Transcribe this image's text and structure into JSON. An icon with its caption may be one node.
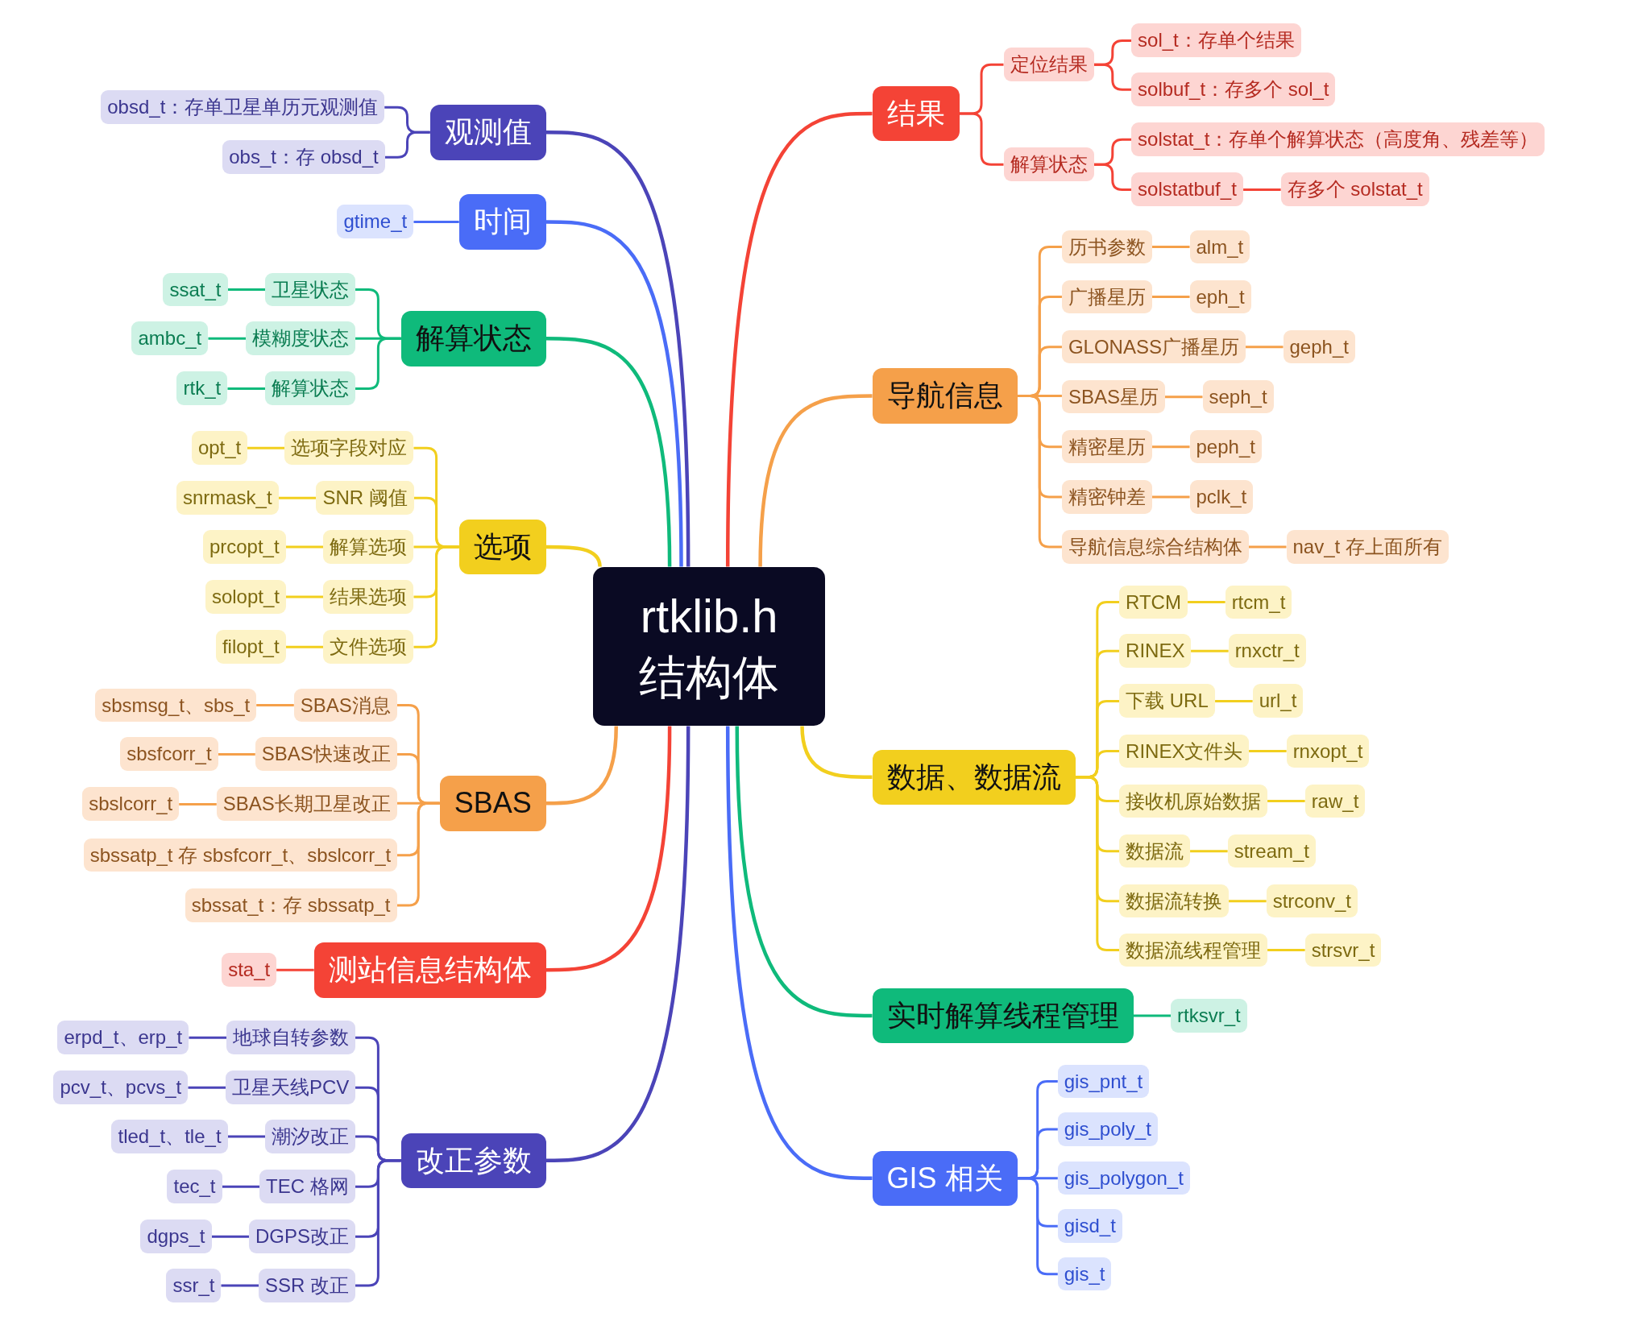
{
  "diagram": {
    "nodes": [
      {
        "text": [
          "rtklib.h",
          "结构体"
        ]
      },
      {
        "text": [
          "观测值"
        ]
      },
      {
        "text": [
          "obsd_t：存单卫星单历元观测值"
        ]
      },
      {
        "text": [
          "obs_t：存 obsd_t"
        ]
      },
      {
        "text": [
          "时间"
        ]
      },
      {
        "text": [
          "gtime_t"
        ]
      },
      {
        "text": [
          "解算状态"
        ]
      },
      {
        "text": [
          "卫星状态"
        ]
      },
      {
        "text": [
          "ssat_t"
        ]
      },
      {
        "text": [
          "模糊度状态"
        ]
      },
      {
        "text": [
          "ambc_t"
        ]
      },
      {
        "text": [
          "解算状态"
        ]
      },
      {
        "text": [
          "rtk_t"
        ]
      },
      {
        "text": [
          "选项"
        ]
      },
      {
        "text": [
          "选项字段对应"
        ]
      },
      {
        "text": [
          "opt_t"
        ]
      },
      {
        "text": [
          "SNR 阈值"
        ]
      },
      {
        "text": [
          "snrmask_t"
        ]
      },
      {
        "text": [
          "解算选项"
        ]
      },
      {
        "text": [
          "prcopt_t"
        ]
      },
      {
        "text": [
          "结果选项"
        ]
      },
      {
        "text": [
          "solopt_t"
        ]
      },
      {
        "text": [
          "文件选项"
        ]
      },
      {
        "text": [
          "filopt_t"
        ]
      },
      {
        "text": [
          "SBAS"
        ]
      },
      {
        "text": [
          "SBAS消息"
        ]
      },
      {
        "text": [
          "sbsmsg_t、sbs_t"
        ]
      },
      {
        "text": [
          "SBAS快速改正"
        ]
      },
      {
        "text": [
          "sbsfcorr_t"
        ]
      },
      {
        "text": [
          "SBAS长期卫星改正"
        ]
      },
      {
        "text": [
          "sbslcorr_t"
        ]
      },
      {
        "text": [
          "sbssatp_t 存 sbsfcorr_t、sbslcorr_t"
        ]
      },
      {
        "text": [
          "sbssat_t：存 sbssatp_t"
        ]
      },
      {
        "text": [
          "测站信息结构体"
        ]
      },
      {
        "text": [
          "sta_t"
        ]
      },
      {
        "text": [
          "改正参数"
        ]
      },
      {
        "text": [
          "地球自转参数"
        ]
      },
      {
        "text": [
          "erpd_t、erp_t"
        ]
      },
      {
        "text": [
          "卫星天线PCV"
        ]
      },
      {
        "text": [
          "pcv_t、pcvs_t"
        ]
      },
      {
        "text": [
          "潮汐改正"
        ]
      },
      {
        "text": [
          "tled_t、tle_t"
        ]
      },
      {
        "text": [
          "TEC 格网"
        ]
      },
      {
        "text": [
          "tec_t"
        ]
      },
      {
        "text": [
          "DGPS改正"
        ]
      },
      {
        "text": [
          "dgps_t"
        ]
      },
      {
        "text": [
          "SSR 改正"
        ]
      },
      {
        "text": [
          "ssr_t"
        ]
      },
      {
        "text": [
          "结果"
        ]
      },
      {
        "text": [
          "定位结果"
        ]
      },
      {
        "text": [
          "sol_t：存单个结果"
        ]
      },
      {
        "text": [
          "solbuf_t：存多个 sol_t"
        ]
      },
      {
        "text": [
          "解算状态"
        ]
      },
      {
        "text": [
          "solstat_t：存单个解算状态（高度角、残差等）"
        ]
      },
      {
        "text": [
          "solstatbuf_t"
        ]
      },
      {
        "text": [
          "存多个 solstat_t"
        ]
      },
      {
        "text": [
          "导航信息"
        ]
      },
      {
        "text": [
          "历书参数"
        ]
      },
      {
        "text": [
          "alm_t"
        ]
      },
      {
        "text": [
          "广播星历"
        ]
      },
      {
        "text": [
          "eph_t"
        ]
      },
      {
        "text": [
          "GLONASS广播星历"
        ]
      },
      {
        "text": [
          "geph_t"
        ]
      },
      {
        "text": [
          "SBAS星历"
        ]
      },
      {
        "text": [
          "seph_t"
        ]
      },
      {
        "text": [
          "精密星历"
        ]
      },
      {
        "text": [
          "peph_t"
        ]
      },
      {
        "text": [
          "精密钟差"
        ]
      },
      {
        "text": [
          "pclk_t"
        ]
      },
      {
        "text": [
          "导航信息综合结构体"
        ]
      },
      {
        "text": [
          "nav_t 存上面所有"
        ]
      },
      {
        "text": [
          "数据、数据流"
        ]
      },
      {
        "text": [
          "RTCM"
        ]
      },
      {
        "text": [
          "rtcm_t"
        ]
      },
      {
        "text": [
          "RINEX"
        ]
      },
      {
        "text": [
          "rnxctr_t"
        ]
      },
      {
        "text": [
          "下载 URL"
        ]
      },
      {
        "text": [
          "url_t"
        ]
      },
      {
        "text": [
          "RINEX文件头"
        ]
      },
      {
        "text": [
          "rnxopt_t"
        ]
      },
      {
        "text": [
          "接收机原始数据"
        ]
      },
      {
        "text": [
          "raw_t"
        ]
      },
      {
        "text": [
          "数据流"
        ]
      },
      {
        "text": [
          "stream_t"
        ]
      },
      {
        "text": [
          "数据流转换"
        ]
      },
      {
        "text": [
          "strconv_t"
        ]
      },
      {
        "text": [
          "数据流线程管理"
        ]
      },
      {
        "text": [
          "strsvr_t"
        ]
      },
      {
        "text": [
          "实时解算线程管理"
        ]
      },
      {
        "text": [
          "rtksvr_t"
        ]
      },
      {
        "text": [
          "GIS 相关"
        ]
      },
      {
        "text": [
          "gis_pnt_t"
        ]
      },
      {
        "text": [
          "gis_poly_t"
        ]
      },
      {
        "text": [
          "gis_polygon_t"
        ]
      },
      {
        "text": [
          "gisd_t"
        ]
      },
      {
        "text": [
          "gis_t"
        ]
      }
    ],
    "edges": [
      {
        "from": 0,
        "to": 1,
        "arrow": "none",
        "color": "#4b44b8"
      },
      {
        "from": 0,
        "to": 4,
        "arrow": "none",
        "color": "#4a6cf7"
      },
      {
        "from": 0,
        "to": 6,
        "arrow": "none",
        "color": "#0fba7b"
      },
      {
        "from": 0,
        "to": 13,
        "arrow": "none",
        "color": "#f2cf1e"
      },
      {
        "from": 0,
        "to": 24,
        "arrow": "none",
        "color": "#f5a04a"
      },
      {
        "from": 0,
        "to": 33,
        "arrow": "none",
        "color": "#f44336"
      },
      {
        "from": 0,
        "to": 35,
        "arrow": "none",
        "color": "#4b44b8"
      },
      {
        "from": 0,
        "to": 48,
        "arrow": "none",
        "color": "#f44336"
      },
      {
        "from": 0,
        "to": 56,
        "arrow": "none",
        "color": "#f5a04a"
      },
      {
        "from": 0,
        "to": 71,
        "arrow": "none",
        "color": "#f2cf1e"
      },
      {
        "from": 0,
        "to": 88,
        "arrow": "none",
        "color": "#0fba7b"
      },
      {
        "from": 0,
        "to": 90,
        "arrow": "none",
        "color": "#4a6cf7"
      },
      {
        "from": 1,
        "to": 2,
        "arrow": "none",
        "color": "#4b44b8"
      },
      {
        "from": 1,
        "to": 3,
        "arrow": "none",
        "color": "#4b44b8"
      },
      {
        "from": 4,
        "to": 5,
        "arrow": "none",
        "color": "#4a6cf7"
      },
      {
        "from": 6,
        "to": 7,
        "arrow": "none",
        "color": "#0fba7b"
      },
      {
        "from": 7,
        "to": 8,
        "arrow": "none",
        "color": "#0fba7b"
      },
      {
        "from": 6,
        "to": 9,
        "arrow": "none",
        "color": "#0fba7b"
      },
      {
        "from": 9,
        "to": 10,
        "arrow": "none",
        "color": "#0fba7b"
      },
      {
        "from": 6,
        "to": 11,
        "arrow": "none",
        "color": "#0fba7b"
      },
      {
        "from": 11,
        "to": 12,
        "arrow": "none",
        "color": "#0fba7b"
      },
      {
        "from": 13,
        "to": 14,
        "arrow": "none",
        "color": "#f2cf1e"
      },
      {
        "from": 14,
        "to": 15,
        "arrow": "none",
        "color": "#f2cf1e"
      },
      {
        "from": 13,
        "to": 16,
        "arrow": "none",
        "color": "#f2cf1e"
      },
      {
        "from": 16,
        "to": 17,
        "arrow": "none",
        "color": "#f2cf1e"
      },
      {
        "from": 13,
        "to": 18,
        "arrow": "none",
        "color": "#f2cf1e"
      },
      {
        "from": 18,
        "to": 19,
        "arrow": "none",
        "color": "#f2cf1e"
      },
      {
        "from": 13,
        "to": 20,
        "arrow": "none",
        "color": "#f2cf1e"
      },
      {
        "from": 20,
        "to": 21,
        "arrow": "none",
        "color": "#f2cf1e"
      },
      {
        "from": 13,
        "to": 22,
        "arrow": "none",
        "color": "#f2cf1e"
      },
      {
        "from": 22,
        "to": 23,
        "arrow": "none",
        "color": "#f2cf1e"
      },
      {
        "from": 24,
        "to": 25,
        "arrow": "none",
        "color": "#f5a04a"
      },
      {
        "from": 25,
        "to": 26,
        "arrow": "none",
        "color": "#f5a04a"
      },
      {
        "from": 24,
        "to": 27,
        "arrow": "none",
        "color": "#f5a04a"
      },
      {
        "from": 27,
        "to": 28,
        "arrow": "none",
        "color": "#f5a04a"
      },
      {
        "from": 24,
        "to": 29,
        "arrow": "none",
        "color": "#f5a04a"
      },
      {
        "from": 29,
        "to": 30,
        "arrow": "none",
        "color": "#f5a04a"
      },
      {
        "from": 24,
        "to": 31,
        "arrow": "none",
        "color": "#f5a04a"
      },
      {
        "from": 24,
        "to": 32,
        "arrow": "none",
        "color": "#f5a04a"
      },
      {
        "from": 33,
        "to": 34,
        "arrow": "none",
        "color": "#f44336"
      },
      {
        "from": 35,
        "to": 36,
        "arrow": "none",
        "color": "#4b44b8"
      },
      {
        "from": 36,
        "to": 37,
        "arrow": "none",
        "color": "#4b44b8"
      },
      {
        "from": 35,
        "to": 38,
        "arrow": "none",
        "color": "#4b44b8"
      },
      {
        "from": 38,
        "to": 39,
        "arrow": "none",
        "color": "#4b44b8"
      },
      {
        "from": 35,
        "to": 40,
        "arrow": "none",
        "color": "#4b44b8"
      },
      {
        "from": 40,
        "to": 41,
        "arrow": "none",
        "color": "#4b44b8"
      },
      {
        "from": 35,
        "to": 42,
        "arrow": "none",
        "color": "#4b44b8"
      },
      {
        "from": 42,
        "to": 43,
        "arrow": "none",
        "color": "#4b44b8"
      },
      {
        "from": 35,
        "to": 44,
        "arrow": "none",
        "color": "#4b44b8"
      },
      {
        "from": 44,
        "to": 45,
        "arrow": "none",
        "color": "#4b44b8"
      },
      {
        "from": 35,
        "to": 46,
        "arrow": "none",
        "color": "#4b44b8"
      },
      {
        "from": 46,
        "to": 47,
        "arrow": "none",
        "color": "#4b44b8"
      },
      {
        "from": 48,
        "to": 49,
        "arrow": "none",
        "color": "#f44336"
      },
      {
        "from": 49,
        "to": 50,
        "arrow": "none",
        "color": "#f44336"
      },
      {
        "from": 49,
        "to": 51,
        "arrow": "none",
        "color": "#f44336"
      },
      {
        "from": 48,
        "to": 52,
        "arrow": "none",
        "color": "#f44336"
      },
      {
        "from": 52,
        "to": 53,
        "arrow": "none",
        "color": "#f44336"
      },
      {
        "from": 52,
        "to": 54,
        "arrow": "none",
        "color": "#f44336"
      },
      {
        "from": 54,
        "to": 55,
        "arrow": "none",
        "color": "#f44336"
      },
      {
        "from": 56,
        "to": 57,
        "arrow": "none",
        "color": "#f5a04a"
      },
      {
        "from": 57,
        "to": 58,
        "arrow": "none",
        "color": "#f5a04a"
      },
      {
        "from": 56,
        "to": 59,
        "arrow": "none",
        "color": "#f5a04a"
      },
      {
        "from": 59,
        "to": 60,
        "arrow": "none",
        "color": "#f5a04a"
      },
      {
        "from": 56,
        "to": 61,
        "arrow": "none",
        "color": "#f5a04a"
      },
      {
        "from": 61,
        "to": 62,
        "arrow": "none",
        "color": "#f5a04a"
      },
      {
        "from": 56,
        "to": 63,
        "arrow": "none",
        "color": "#f5a04a"
      },
      {
        "from": 63,
        "to": 64,
        "arrow": "none",
        "color": "#f5a04a"
      },
      {
        "from": 56,
        "to": 65,
        "arrow": "none",
        "color": "#f5a04a"
      },
      {
        "from": 65,
        "to": 66,
        "arrow": "none",
        "color": "#f5a04a"
      },
      {
        "from": 56,
        "to": 67,
        "arrow": "none",
        "color": "#f5a04a"
      },
      {
        "from": 67,
        "to": 68,
        "arrow": "none",
        "color": "#f5a04a"
      },
      {
        "from": 56,
        "to": 69,
        "arrow": "none",
        "color": "#f5a04a"
      },
      {
        "from": 69,
        "to": 70,
        "arrow": "none",
        "color": "#f5a04a"
      },
      {
        "from": 71,
        "to": 72,
        "arrow": "none",
        "color": "#f2cf1e"
      },
      {
        "from": 72,
        "to": 73,
        "arrow": "none",
        "color": "#f2cf1e"
      },
      {
        "from": 71,
        "to": 74,
        "arrow": "none",
        "color": "#f2cf1e"
      },
      {
        "from": 74,
        "to": 75,
        "arrow": "none",
        "color": "#f2cf1e"
      },
      {
        "from": 71,
        "to": 76,
        "arrow": "none",
        "color": "#f2cf1e"
      },
      {
        "from": 76,
        "to": 77,
        "arrow": "none",
        "color": "#f2cf1e"
      },
      {
        "from": 71,
        "to": 78,
        "arrow": "none",
        "color": "#f2cf1e"
      },
      {
        "from": 78,
        "to": 79,
        "arrow": "none",
        "color": "#f2cf1e"
      },
      {
        "from": 71,
        "to": 80,
        "arrow": "none",
        "color": "#f2cf1e"
      },
      {
        "from": 80,
        "to": 81,
        "arrow": "none",
        "color": "#f2cf1e"
      },
      {
        "from": 71,
        "to": 82,
        "arrow": "none",
        "color": "#f2cf1e"
      },
      {
        "from": 82,
        "to": 83,
        "arrow": "none",
        "color": "#f2cf1e"
      },
      {
        "from": 71,
        "to": 84,
        "arrow": "none",
        "color": "#f2cf1e"
      },
      {
        "from": 84,
        "to": 85,
        "arrow": "none",
        "color": "#f2cf1e"
      },
      {
        "from": 71,
        "to": 86,
        "arrow": "none",
        "color": "#f2cf1e"
      },
      {
        "from": 86,
        "to": 87,
        "arrow": "none",
        "color": "#f2cf1e"
      },
      {
        "from": 88,
        "to": 89,
        "arrow": "none",
        "color": "#0fba7b"
      },
      {
        "from": 90,
        "to": 91,
        "arrow": "none",
        "color": "#4a6cf7"
      },
      {
        "from": 90,
        "to": 92,
        "arrow": "none",
        "color": "#4a6cf7"
      },
      {
        "from": 90,
        "to": 93,
        "arrow": "none",
        "color": "#4a6cf7"
      },
      {
        "from": 90,
        "to": 94,
        "arrow": "none",
        "color": "#4a6cf7"
      },
      {
        "from": 90,
        "to": 95,
        "arrow": "none",
        "color": "#4a6cf7"
      }
    ]
  }
}
